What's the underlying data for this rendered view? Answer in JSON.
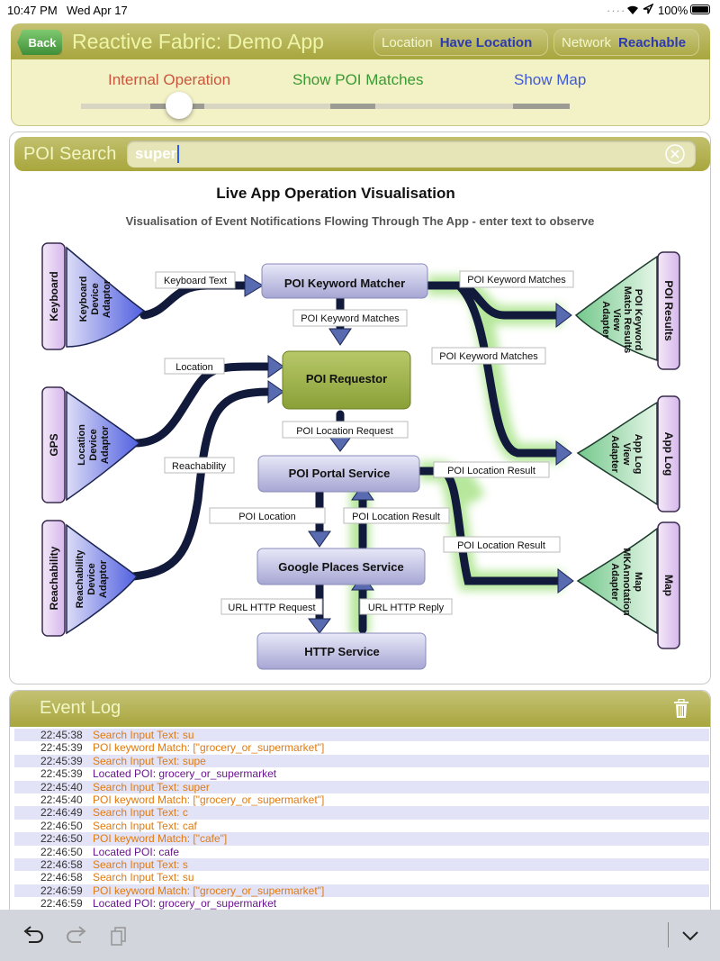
{
  "status_bar": {
    "time": "10:47 PM",
    "date": "Wed Apr 17",
    "battery": "100%"
  },
  "header": {
    "back_label": "Back",
    "title": "Reactive Fabric: Demo App",
    "location_key": "Location",
    "location_value": "Have Location",
    "network_key": "Network",
    "network_value": "Reachable"
  },
  "modes": {
    "internal": "Internal Operation",
    "poi": "Show POI Matches",
    "map": "Show Map",
    "colors": {
      "internal": "#c8583d",
      "poi": "#3a9a32",
      "map": "#3f5ad8"
    },
    "slider_level": 0.2
  },
  "search": {
    "label": "POI Search",
    "value": "super"
  },
  "diagram": {
    "title": "Live App Operation Visualisation",
    "subtitle": "Visualisation of Event Notifications Flowing Through The App - enter text to observe",
    "left_sources": [
      "Keyboard",
      "GPS",
      "Reachability"
    ],
    "left_adaptors": [
      [
        "Keyboard",
        "Device",
        "Adaptor"
      ],
      [
        "Location",
        "Device",
        "Adaptor"
      ],
      [
        "Reachability",
        "Device",
        "Adaptor"
      ]
    ],
    "right_sinks": [
      "POI Results",
      "App Log",
      "Map"
    ],
    "right_adapters": [
      [
        "POI Keyword",
        "Match Results",
        "View",
        "Adapter"
      ],
      [
        "App Log",
        "View",
        "Adapter"
      ],
      [
        "Map",
        "MKAnnotation",
        "Adapter"
      ]
    ],
    "services": {
      "matcher": "POI Keyword Matcher",
      "requestor": "POI Requestor",
      "portal": "POI Portal Service",
      "google": "Google Places Service",
      "http": "HTTP Service"
    },
    "edge_labels": {
      "keyboard_text": "Keyboard Text",
      "location": "Location",
      "reachability": "Reachability",
      "keyword_matches_1": "POI Keyword Matches",
      "keyword_matches_2": "POI Keyword Matches",
      "keyword_matches_3": "POI Keyword Matches",
      "location_request": "POI Location Request",
      "location_result_1": "POI Location Result",
      "location_result_2": "POI Location Result",
      "location_result_3": "POI Location Result",
      "poi_location": "POI Location",
      "url_request": "URL HTTP Request",
      "url_reply": "URL HTTP Reply"
    }
  },
  "event_log": {
    "title": "Event Log",
    "colors": {
      "search": "#e07a10",
      "keyword": "#e07a10",
      "located": "#6a1590"
    },
    "entries": [
      {
        "time": "22:45:38",
        "text": "Search Input Text: su",
        "kind": "search"
      },
      {
        "time": "22:45:39",
        "text": "POI keyword Match: [\"grocery_or_supermarket\"]",
        "kind": "keyword"
      },
      {
        "time": "22:45:39",
        "text": "Search Input Text: supe",
        "kind": "search"
      },
      {
        "time": "22:45:39",
        "text": "Located POI: grocery_or_supermarket",
        "kind": "located"
      },
      {
        "time": "22:45:40",
        "text": "Search Input Text: super",
        "kind": "search"
      },
      {
        "time": "22:45:40",
        "text": "POI keyword Match: [\"grocery_or_supermarket\"]",
        "kind": "keyword"
      },
      {
        "time": "22:46:49",
        "text": "Search Input Text: c",
        "kind": "search"
      },
      {
        "time": "22:46:50",
        "text": "Search Input Text: caf",
        "kind": "search"
      },
      {
        "time": "22:46:50",
        "text": "POI keyword Match: [\"cafe\"]",
        "kind": "keyword"
      },
      {
        "time": "22:46:50",
        "text": "Located POI: cafe",
        "kind": "located"
      },
      {
        "time": "22:46:58",
        "text": "Search Input Text: s",
        "kind": "search"
      },
      {
        "time": "22:46:58",
        "text": "Search Input Text: su",
        "kind": "search"
      },
      {
        "time": "22:46:59",
        "text": "POI keyword Match: [\"grocery_or_supermarket\"]",
        "kind": "keyword"
      },
      {
        "time": "22:46:59",
        "text": "Located POI: grocery_or_supermarket",
        "kind": "located"
      }
    ]
  },
  "toolbar": {
    "icons": [
      "undo-icon",
      "redo-icon",
      "clipboard-icon",
      "chevron-down-icon"
    ]
  }
}
